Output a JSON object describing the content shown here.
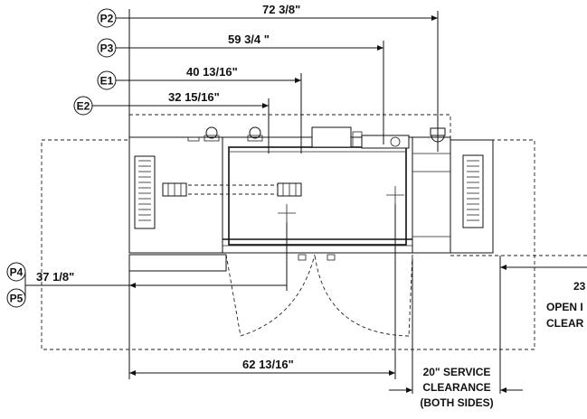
{
  "callouts": {
    "p2": "P2",
    "p3": "P3",
    "e1": "E1",
    "e2": "E2",
    "p4": "P4",
    "p5": "P5"
  },
  "dimensions": {
    "p2": "72 3/8\"",
    "p3": "59 3/4 \"",
    "e1": "40 13/16\"",
    "e2": "32 15/16\"",
    "p4": "37 1/8\"",
    "bottom": "62 13/16\""
  },
  "notes": {
    "service_line1": "20\" SERVICE",
    "service_line2": "CLEARANCE",
    "service_line3": "(BOTH SIDES)",
    "open_line1": "23",
    "open_line2": "OPEN I",
    "open_line3": "CLEAR"
  }
}
